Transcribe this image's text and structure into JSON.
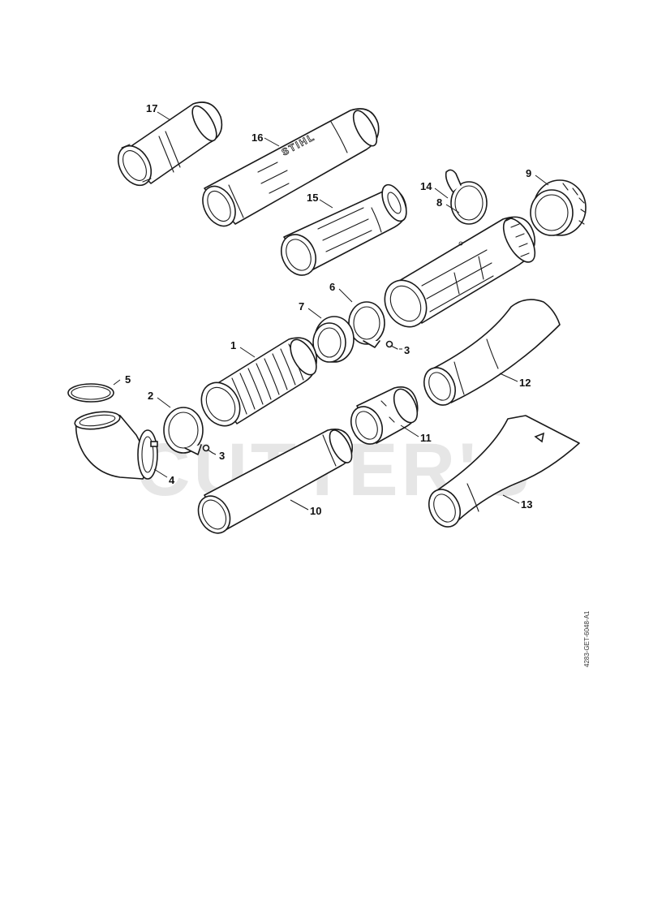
{
  "watermark": "CUTTER'S",
  "brand_mark": "STIHL",
  "doc_reference": "4283-GET-6048-A1",
  "callouts": {
    "p1": "1",
    "p2": "2",
    "p3a": "3",
    "p3b": "3",
    "p4": "4",
    "p5": "5",
    "p6": "6",
    "p7": "7",
    "p8": "8",
    "p9": "9",
    "p10": "10",
    "p11": "11",
    "p12": "12",
    "p13": "13",
    "p14": "14",
    "p15": "15",
    "p16": "16",
    "p17": "17"
  }
}
